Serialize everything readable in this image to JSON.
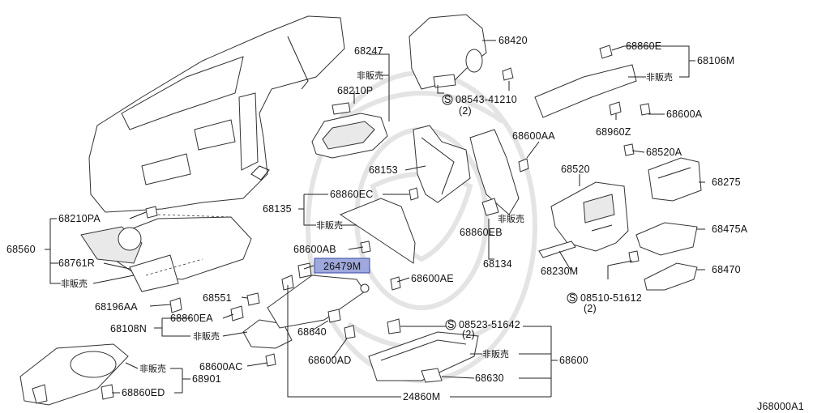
{
  "diagram_id": "J68000A1",
  "highlight_part": "26479M",
  "labels": {
    "p68247": "68247",
    "hb_68247": "非販売",
    "p68210P": "68210P",
    "p68420": "68420",
    "s08543": "08543-41210",
    "s08543_qty": "(2)",
    "p68860E": "68860E",
    "p68106M": "68106M",
    "hb_68106M": "非販売",
    "p68600A": "68600A",
    "p68960Z": "68960Z",
    "p68520A": "68520A",
    "p68600AA": "68600AA",
    "p68153": "68153",
    "p68520": "68520",
    "p68275": "68275",
    "p68860EC": "68860EC",
    "p68135": "68135",
    "hb_68135": "非販売",
    "hb_68134": "非販売",
    "p68860EB": "68860EB",
    "p68134": "68134",
    "p68475A": "68475A",
    "p68210PA": "68210PA",
    "p68560": "68560",
    "p68761R": "68761R",
    "hb_68560": "非販売",
    "p68600AB": "68600AB",
    "p26479M": "26479M",
    "p68600AE": "68600AE",
    "p68230M": "68230M",
    "p68470": "68470",
    "s08510": "08510-51612",
    "s08510_qty": "(2)",
    "p68551": "68551",
    "p68196AA": "68196AA",
    "p68860EA": "68860EA",
    "p68108N": "68108N",
    "hb_68108N": "非販売",
    "p68640": "68640",
    "s08523": "08523-51642",
    "s08523_qty": "(2)",
    "hb_68600": "非販売",
    "p68600": "68600",
    "p68600AD": "68600AD",
    "p68600AC": "68600AC",
    "p68630": "68630",
    "hb_68901": "非販売",
    "p68901": "68901",
    "p68860ED": "68860ED",
    "p24860M": "24860M",
    "s_symbol": "S"
  },
  "colors": {
    "highlight_fill": "#9ea8dc",
    "highlight_stroke": "#3a4aa8",
    "watermark": "#e4e4e4"
  }
}
